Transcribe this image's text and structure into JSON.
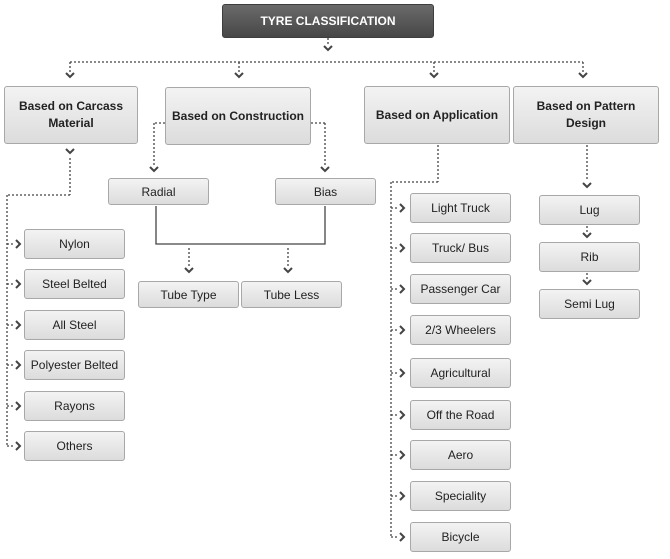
{
  "title": "TYRE CLASSIFICATION",
  "categories": {
    "carcass": "Based on Carcass Material",
    "construction": "Based on Construction",
    "application": "Based on Application",
    "pattern": "Based on Pattern Design"
  },
  "carcass_items": [
    "Nylon",
    "Steel Belted",
    "All Steel",
    "Polyester Belted",
    "Rayons",
    "Others"
  ],
  "construction_items": {
    "radial": "Radial",
    "bias": "Bias",
    "tube_type": "Tube Type",
    "tube_less": "Tube Less"
  },
  "application_items": [
    "Light Truck",
    "Truck/ Bus",
    "Passenger Car",
    "2/3 Wheelers",
    "Agricultural",
    "Off the Road",
    "Aero",
    "Speciality",
    "Bicycle"
  ],
  "pattern_items": [
    "Lug",
    "Rib",
    "Semi Lug"
  ],
  "colors": {
    "title_bg": "#555555",
    "box_bg": "#e6e6e6",
    "connector": "#444444"
  }
}
